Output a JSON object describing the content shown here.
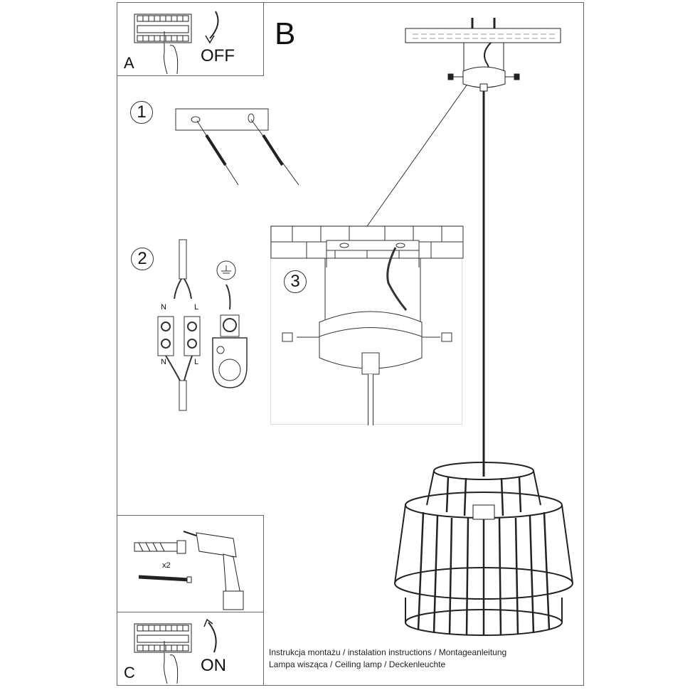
{
  "document": {
    "title": "Instrukcja montażu / instalation instructions / Montageanleitung",
    "subtitle": "Lampa wisząca / Ceiling lamp  / Deckenleuchte"
  },
  "panels": {
    "a": {
      "letter": "A",
      "switch_state": "OFF",
      "icon": "circuit-breaker-off"
    },
    "b": {
      "letter": "B",
      "icon": "ceiling-lamp-assembled"
    },
    "c": {
      "letter": "C",
      "switch_state": "ON",
      "icon": "circuit-breaker-on"
    }
  },
  "steps": [
    {
      "number": "1",
      "description_icon": "ceiling-anchors-and-holes"
    },
    {
      "number": "2",
      "description_icon": "terminal-block-and-ground",
      "labels": {
        "neutral_top": "N",
        "live_top": "L",
        "neutral_bottom": "N",
        "live_bottom": "L"
      }
    },
    {
      "number": "3",
      "description_icon": "canopy-mount-to-bracket"
    }
  ],
  "tools": {
    "quantity": "x2",
    "items": [
      "wall-plug",
      "screw",
      "cordless-drill"
    ]
  },
  "colors": {
    "line": "#222222",
    "border": "#666666",
    "background": "#ffffff"
  }
}
